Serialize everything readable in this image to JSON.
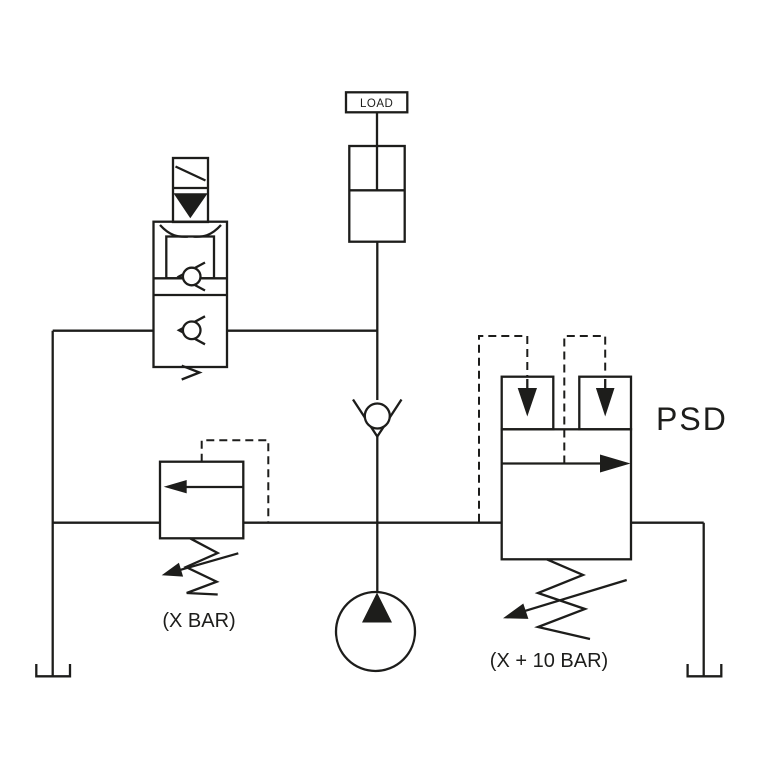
{
  "diagram": {
    "colors": {
      "line": "#1d1d1b",
      "background": "#ffffff"
    },
    "labels": {
      "load": "LOAD",
      "psd": "PSD",
      "relief_setting": "(X BAR)",
      "psd_setting": "(X + 10 BAR)"
    },
    "components": [
      {
        "name": "load-box",
        "label": "LOAD"
      },
      {
        "name": "single-acting-cylinder"
      },
      {
        "name": "solenoid-flow-control-valve"
      },
      {
        "name": "check-valve"
      },
      {
        "name": "fixed-displacement-pump"
      },
      {
        "name": "pilot-operated-relief-valve",
        "setting": "(X BAR)"
      },
      {
        "name": "psd-sequence-valve",
        "label": "PSD",
        "setting": "(X + 10 BAR)"
      },
      {
        "name": "tank-left"
      },
      {
        "name": "tank-right"
      }
    ]
  }
}
